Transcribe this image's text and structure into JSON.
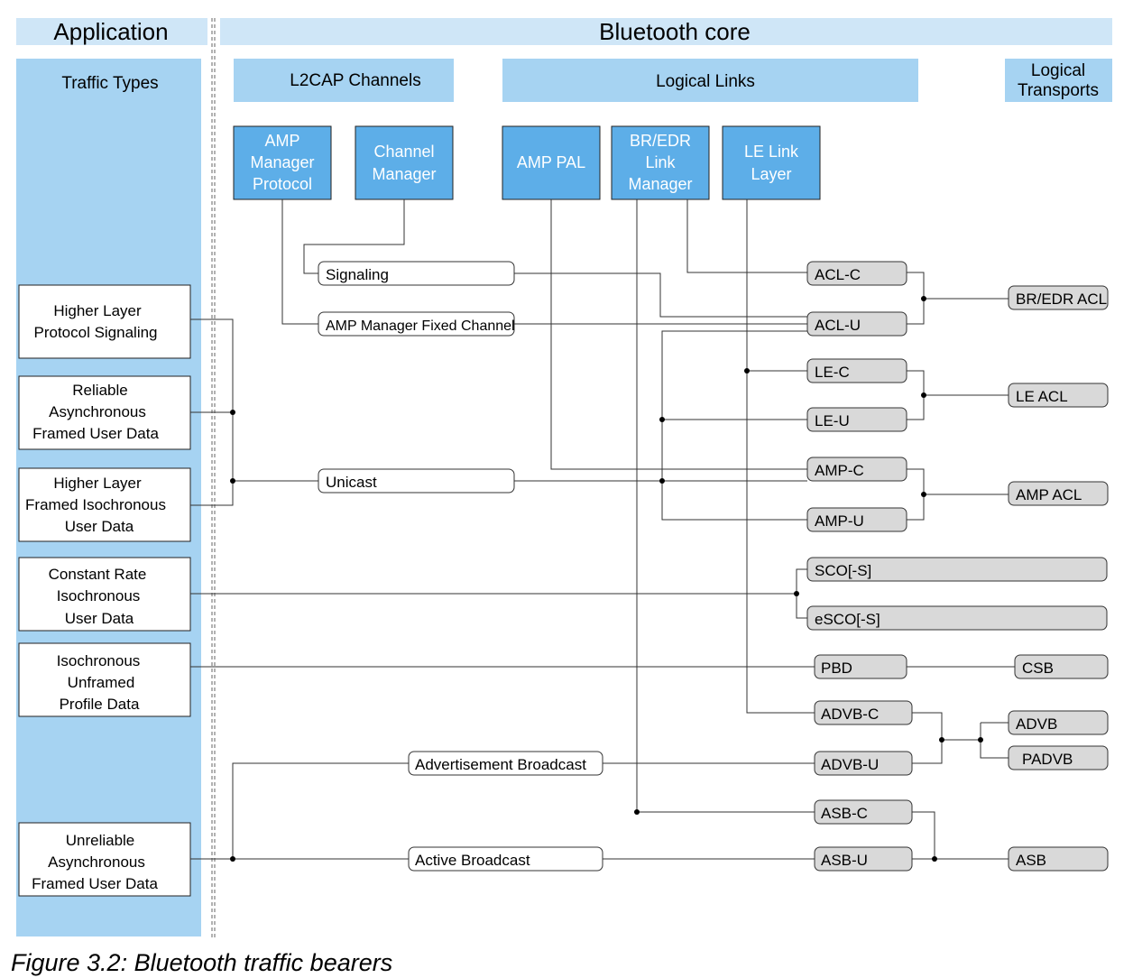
{
  "headers": {
    "application": "Application",
    "bluetooth_core": "Bluetooth core"
  },
  "columns": {
    "traffic_types": "Traffic Types",
    "l2cap_channels": "L2CAP Channels",
    "logical_links": "Logical Links",
    "logical_transports": [
      "Logical",
      "Transports"
    ]
  },
  "blocks": {
    "amp_manager_protocol": [
      "AMP",
      "Manager",
      "Protocol"
    ],
    "channel_manager": [
      "Channel",
      "Manager"
    ],
    "amp_pal": [
      "AMP PAL"
    ],
    "bredr_link_manager": [
      "BR/EDR",
      "Link",
      "Manager"
    ],
    "le_link_layer": [
      "LE Link",
      "Layer"
    ]
  },
  "traffic_types": [
    [
      "Higher Layer",
      "Protocol  Signaling"
    ],
    [
      "Reliable",
      "Asynchronous",
      "Framed  User Data"
    ],
    [
      "Higher Layer",
      "Framed Isochronous",
      "User Data"
    ],
    [
      "Constant Rate",
      "Isochronous",
      "User Data"
    ],
    [
      "Isochronous",
      "Unframed",
      "Profile Data"
    ],
    [
      "Unreliable",
      "Asynchronous",
      "Framed  User Data"
    ]
  ],
  "channels": {
    "signaling": "Signaling",
    "amp_fixed": "AMP Manager Fixed Channel",
    "unicast": "Unicast",
    "adv_broadcast": "Advertisement Broadcast",
    "active_broadcast": "Active Broadcast"
  },
  "links": {
    "acl_c": "ACL-C",
    "acl_u": "ACL-U",
    "le_c": "LE-C",
    "le_u": "LE-U",
    "amp_c": "AMP-C",
    "amp_u": "AMP-U",
    "sco": "SCO[-S]",
    "esco": "eSCO[-S]",
    "pbd": "PBD",
    "advb_c": "ADVB-C",
    "advb_u": "ADVB-U",
    "asb_c": "ASB-C",
    "asb_u": "ASB-U"
  },
  "transports": {
    "bredr_acl": "BR/EDR ACL",
    "le_acl": "LE ACL",
    "amp_acl": "AMP ACL",
    "csb": "CSB",
    "advb": "ADVB",
    "padvb": "PADVB",
    "asb": "ASB"
  },
  "caption": "Figure 3.2:  Bluetooth traffic bearers",
  "colors": {
    "header_fill": "#cfe6f7",
    "column_fill": "#a6d3f2",
    "block_fill": "#5daee8",
    "link_fill": "#d9d9d9",
    "line": "#333333"
  }
}
